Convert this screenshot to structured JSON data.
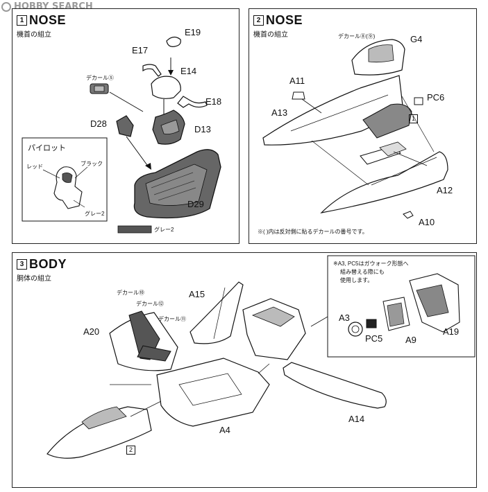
{
  "watermark": {
    "text": "HOBBY SEARCH"
  },
  "step1": {
    "num": "1",
    "title": "NOSE",
    "subtitle": "機首の組立",
    "labels": {
      "e19": "E19",
      "e17": "E17",
      "e14": "E14",
      "e18": "E18",
      "decal5": "デカール⑤",
      "d28": "D28",
      "d13": "D13",
      "d29": "D29"
    },
    "pilot_box": {
      "title": "パイロット",
      "red": "レッド",
      "black": "ブラック",
      "grey": "グレー2"
    },
    "legend": {
      "text": "グレー2",
      "color": "#555555"
    }
  },
  "step2": {
    "num": "2",
    "title": "NOSE",
    "subtitle": "機首の組立",
    "labels": {
      "decal89": "デカール⑧(⑨)",
      "g4": "G4",
      "a11": "A11",
      "pc6": "PC6",
      "a13": "A13",
      "ref1": "1",
      "a12": "A12",
      "a10": "A10"
    },
    "note": "※(  )内は反対側に貼るデカールの番号です。"
  },
  "step3": {
    "num": "3",
    "title": "BODY",
    "subtitle": "胴体の組立",
    "labels": {
      "decal10": "デカール⑩",
      "decal12": "デカール⑫",
      "decal11": "デカール⑪",
      "a15": "A15",
      "a20": "A20",
      "a4": "A4",
      "a14": "A14",
      "ref2": "2",
      "a3": "A3",
      "pc5": "PC5",
      "a9": "A9",
      "a19": "A19"
    },
    "inset_note": [
      "※A3, PC5はガウォーク形態へ",
      "組み替える際にも",
      "使用します。"
    ]
  }
}
